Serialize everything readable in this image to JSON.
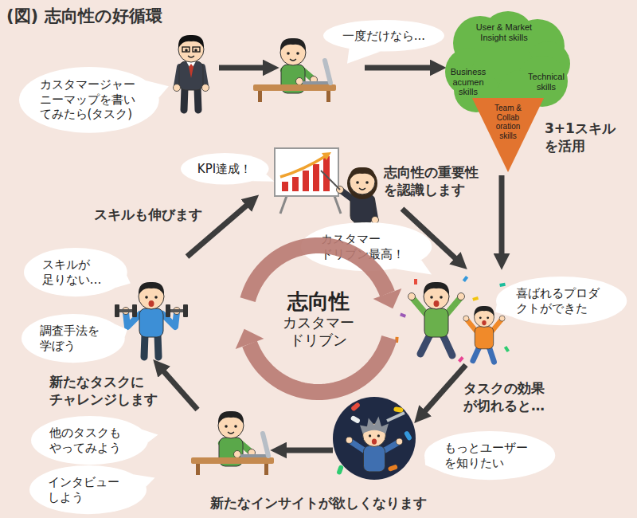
{
  "diagram": {
    "title": "(図) 志向性の好循環",
    "nodes": [
      {
        "text": [
          "カスタマージャー ニーマップを書い てみたら(タスク)"
        ]
      },
      {
        "text": [
          "一度だけなら..."
        ]
      },
      {
        "text": [
          "User & Market Insight skills",
          "Business acumen skills",
          "Technical skills",
          "Team & Collab oration skills"
        ]
      },
      {
        "text": [
          "KPI達成！"
        ]
      },
      {
        "text": [
          "カスタマー ドリブン最高！"
        ]
      },
      {
        "text": [
          "スキルが 足りない…"
        ]
      },
      {
        "text": [
          "喜ばれるプロダ クトができた"
        ]
      },
      {
        "text": [
          "志向性",
          "カスタマー ドリブン"
        ]
      },
      {
        "text": [
          "調査手法を 学ぼう"
        ]
      },
      {
        "text": [
          "他のタスクも やってみよう"
        ]
      },
      {
        "text": [
          "もっとユーザー を知りたい"
        ]
      },
      {
        "text": [
          "インタビュー しよう"
        ]
      }
    ],
    "labels": [
      "3+1スキル を活用",
      "志向性の重要性 を認識します",
      "スキルも伸びます",
      "タスクの効果 が切れると…",
      "新たなタスクに チャレンジします",
      "新たなインサイトが欲しくなります"
    ]
  }
}
